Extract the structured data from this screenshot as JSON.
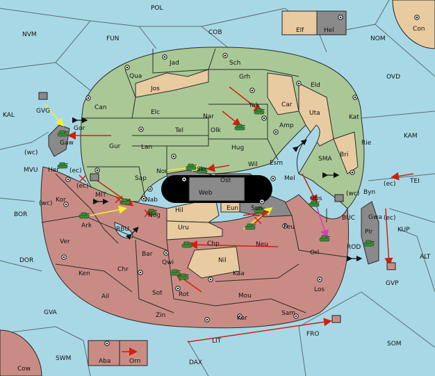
{
  "colors": {
    "sea": "#a8d8e6",
    "green": "#a9c896",
    "tan": "#e8cba0",
    "pink": "#c98c84",
    "gray": "#8a8a8a",
    "arrow_red": "#d02010",
    "arrow_yellow": "#f0f030",
    "arrow_magenta": "#d040c0",
    "unit_green": "#3c8a3c"
  },
  "sea_labels": [
    "POL",
    "COB",
    "NVM",
    "FUN",
    "NOM",
    "KAL",
    "OVD",
    "KAM",
    "GVG",
    "SMA",
    "TEI",
    "MVU",
    "BOR",
    "RBU",
    "BUC",
    "KUP",
    "DOR",
    "ROD",
    "ALT",
    "GVP",
    "GVA",
    "SOM",
    "FRO",
    "LIT",
    "SWM",
    "DAX"
  ],
  "sea_tags": [
    "(wc)",
    "(ec)",
    "(wc)",
    "(ec)",
    "(wc)",
    "(ec)",
    "(ec)"
  ],
  "green_labels": [
    "Jad",
    "Sch",
    "Qua",
    "Jos",
    "Grh",
    "Can",
    "Eld",
    "Elc",
    "Car",
    "Uta",
    "Nar",
    "Yok",
    "Amp",
    "Kat",
    "Gor",
    "Tel",
    "Olk",
    "Gaw",
    "Gur",
    "Lan",
    "Hug",
    "Rie",
    "Bri",
    "Wil",
    "Esm",
    "Nor",
    "Skr",
    "Ost",
    "Sap",
    "Web",
    "Mel",
    "Byn",
    "Nab",
    "Obs"
  ],
  "tan_labels": [
    "Elf",
    "Hel",
    "Con",
    "Eun",
    "Hil",
    "Uru",
    "Nil"
  ],
  "pink_labels": [
    "Her",
    "Kor",
    "Ark",
    "Nog",
    "MIT",
    "Sun",
    "Feu",
    "Gwa",
    "Pir",
    "Ver",
    "Chp",
    "Neu",
    "Orl",
    "Bar",
    "Qwi",
    "Ken",
    "Chr",
    "Kaa",
    "Ail",
    "Sot",
    "Rot",
    "Los",
    "Mou",
    "Zin",
    "Kar",
    "Sam",
    "Aba",
    "Orn",
    "Cow"
  ]
}
